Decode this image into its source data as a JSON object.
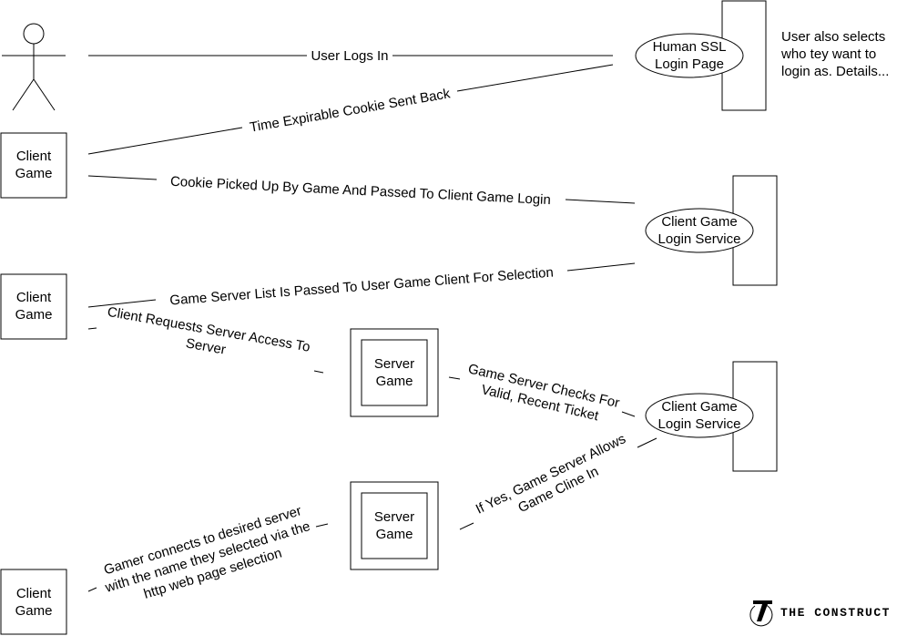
{
  "actors": {
    "user": "",
    "client_game_1": [
      "Client",
      "Game"
    ],
    "client_game_2": [
      "Client",
      "Game"
    ],
    "client_game_3": [
      "Client",
      "Game"
    ]
  },
  "services": {
    "human_ssl_login": [
      "Human SSL",
      "Login Page"
    ],
    "client_game_login_1": [
      "Client Game",
      "Login Service"
    ],
    "client_game_login_2": [
      "Client Game",
      "Login Service"
    ]
  },
  "servers": {
    "server_game_1": [
      "Server",
      "Game"
    ],
    "server_game_2": [
      "Server",
      "Game"
    ]
  },
  "note": [
    "User also selects",
    "who tey want to",
    "login as. Details..."
  ],
  "messages": {
    "user_logs_in": "User Logs In",
    "cookie_sent_back": "Time Expirable Cookie Sent Back",
    "cookie_picked_up": "Cookie Picked Up By Game And Passed To Client Game Login",
    "server_list_passed": "Game Server List Is Passed To User Game Client For Selection",
    "client_requests_access": [
      "Client Requests Server Access To",
      "Server"
    ],
    "server_checks_ticket": [
      "Game Server Checks For",
      "Valid, Recent Ticket"
    ],
    "server_allows_client": [
      "If Yes, Game Server Allows",
      "Game Cline In"
    ],
    "gamer_connects": [
      "Gamer connects to desired server",
      "with the name they selected via the",
      "http web page selection"
    ]
  },
  "brand": {
    "name": "THE CONSTRUCT"
  }
}
